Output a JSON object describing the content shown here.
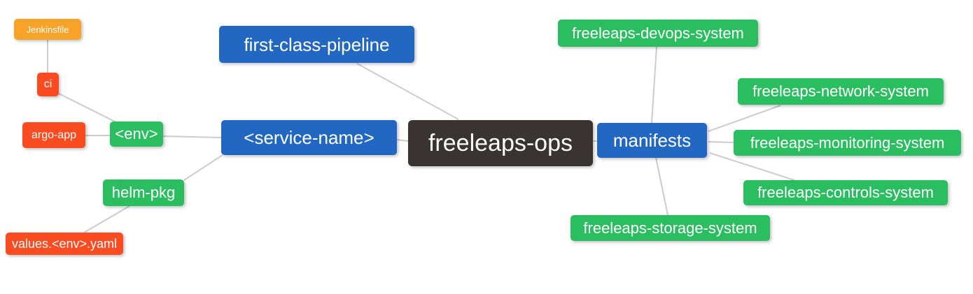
{
  "diagram": {
    "type": "mindmap",
    "root_label": "freeleaps-ops",
    "palette": {
      "blue": "#2268C3",
      "green": "#2BBE60",
      "red": "#FA4B21",
      "orange": "#F7A329",
      "dark": "#393431",
      "edge": "#CCCCCC",
      "text": "#FFFFFF",
      "background": "#FFFFFF"
    },
    "nodes": {
      "root": {
        "label": "freeleaps-ops"
      },
      "fcp": {
        "label": "first-class-pipeline"
      },
      "service": {
        "label": "<service-name>"
      },
      "env": {
        "label": "<env>"
      },
      "ci": {
        "label": "ci"
      },
      "jenkinsfile": {
        "label": "Jenkinsfile"
      },
      "argo_app": {
        "label": "argo-app"
      },
      "helm_pkg": {
        "label": "helm-pkg"
      },
      "values": {
        "label": "values.<env>.yaml"
      },
      "manifests": {
        "label": "manifests"
      },
      "devops": {
        "label": "freeleaps-devops-system"
      },
      "network": {
        "label": "freeleaps-network-system"
      },
      "monitoring": {
        "label": "freeleaps-monitoring-system"
      },
      "controls": {
        "label": "freeleaps-controls-system"
      },
      "storage": {
        "label": "freeleaps-storage-system"
      }
    }
  }
}
